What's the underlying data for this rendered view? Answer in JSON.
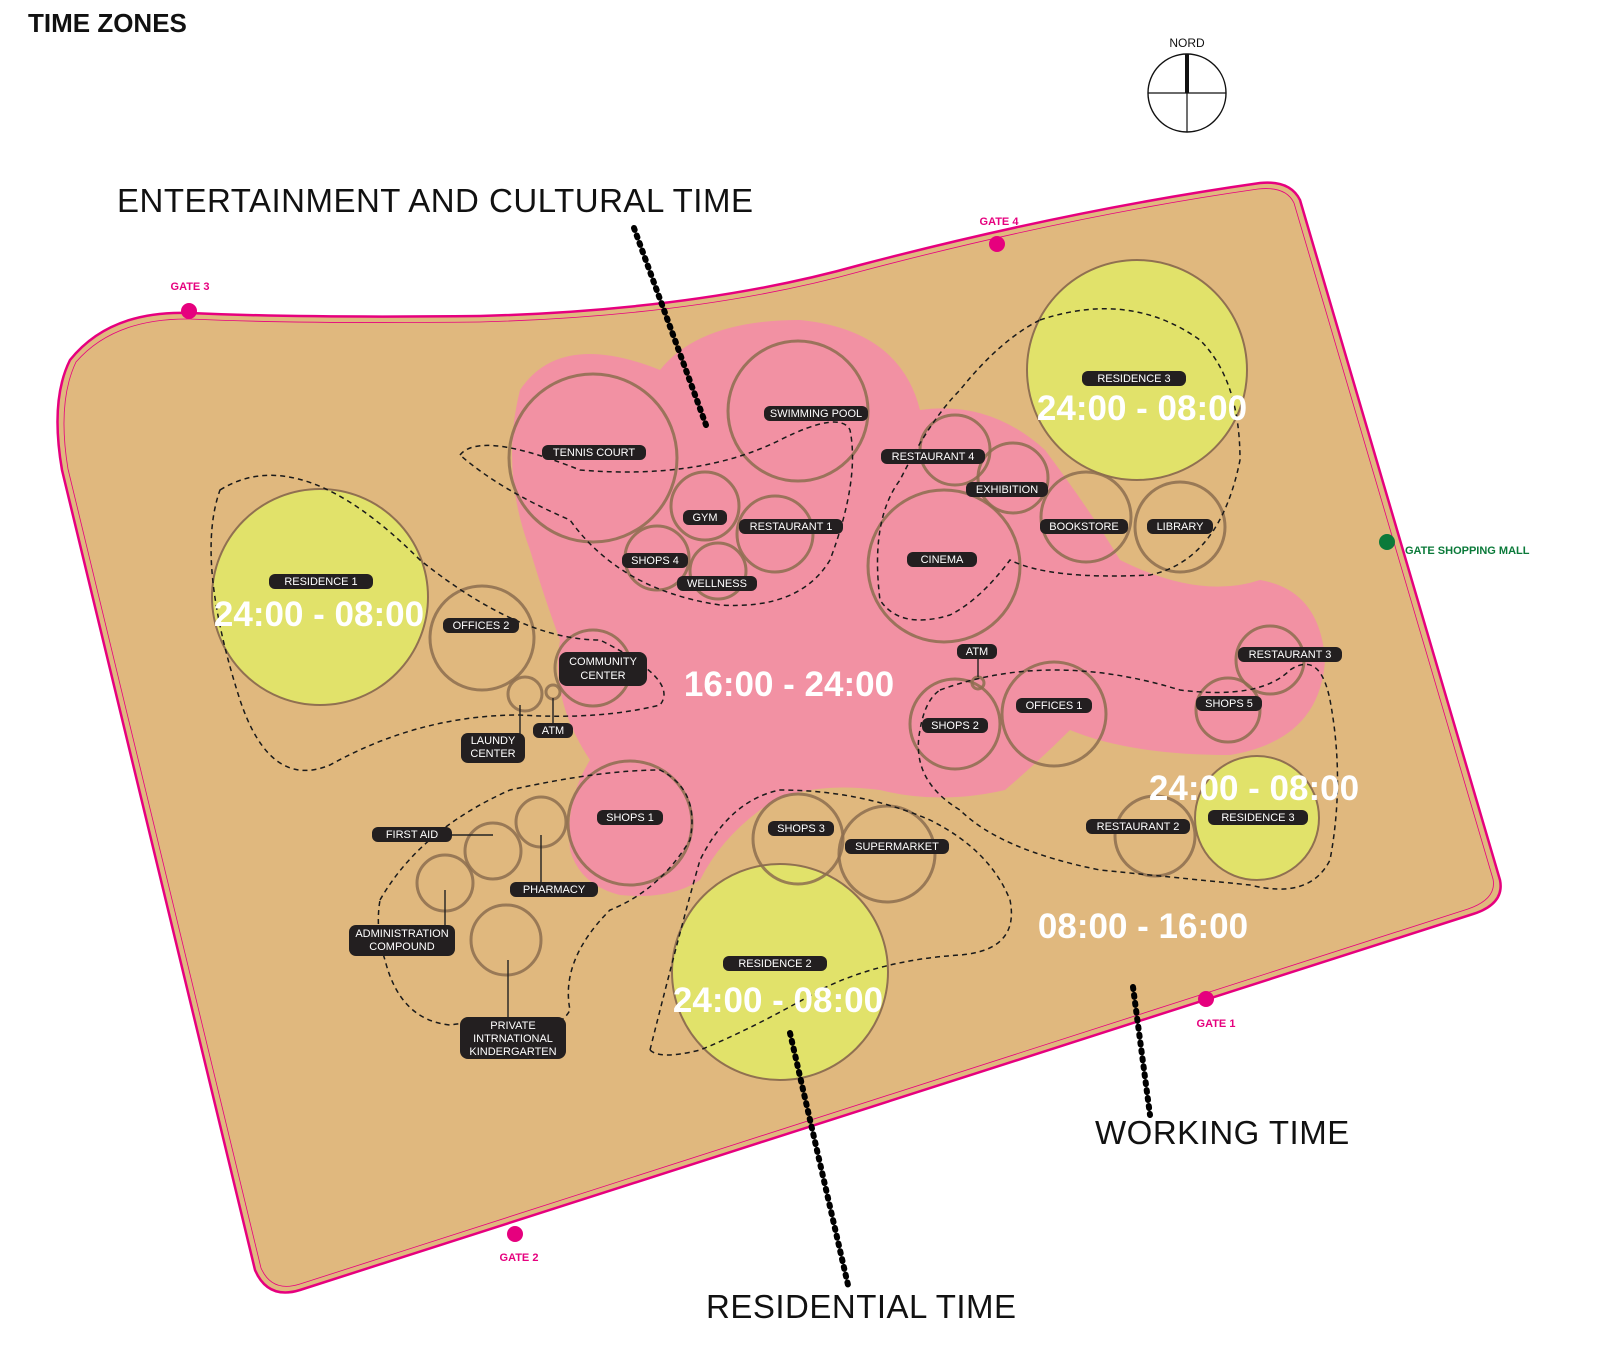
{
  "title": "TIME ZONES",
  "compass": {
    "label": "NORD"
  },
  "zones": {
    "entertainment": "ENTERTAINMENT AND CULTURAL TIME",
    "working": "WORKING TIME",
    "residential": "RESIDENTIAL TIME"
  },
  "times": {
    "evening": "16:00 - 24:00",
    "working": "08:00 - 16:00",
    "residence_1": "24:00 - 08:00",
    "residence_2": "24:00 - 08:00",
    "residence_3a": "24:00 - 08:00",
    "residence_3b": "24:00 - 08:00"
  },
  "gates": {
    "gate_1": "GATE 1",
    "gate_2": "GATE 2",
    "gate_3": "GATE 3",
    "gate_4": "GATE 4",
    "gate_mall": "GATE SHOPPING MALL"
  },
  "facilities": {
    "tennis_court": "TENNIS COURT",
    "swimming_pool": "SWIMMING POOL",
    "gym": "GYM",
    "restaurant_1": "RESTAURANT 1",
    "shops_4": "SHOPS 4",
    "wellness": "WELLNESS",
    "restaurant_4": "RESTAURANT 4",
    "exhibition": "EXHIBITION",
    "bookstore": "BOOKSTORE",
    "library": "LIBRARY",
    "cinema": "CINEMA",
    "residence_3_top": "RESIDENCE 3",
    "residence_1": "RESIDENCE 1",
    "offices_2": "OFFICES 2",
    "community_center_1": "COMMUNITY",
    "community_center_2": "CENTER",
    "laundy_center_1": "LAUNDY",
    "laundy_center_2": "CENTER",
    "atm_left": "ATM",
    "atm_center": "ATM",
    "shops_2": "SHOPS 2",
    "offices_1": "OFFICES 1",
    "restaurant_3": "RESTAURANT 3",
    "shops_5": "SHOPS 5",
    "restaurant_2": "RESTAURANT 2",
    "residence_3_bottom": "RESIDENCE 3",
    "first_aid": "FIRST AID",
    "shops_1": "SHOPS 1",
    "pharmacy": "PHARMACY",
    "admin_1": "ADMINISTRATION",
    "admin_2": "COMPOUND",
    "kinder_1": "PRIVATE",
    "kinder_2": "INTRNATIONAL",
    "kinder_3": "KINDERGARTEN",
    "shops_3": "SHOPS 3",
    "supermarket": "SUPERMARKET",
    "residence_2": "RESIDENCE 2"
  },
  "colors": {
    "site": "#e0b87e",
    "boundary": "#e6007e",
    "entertainment_zone": "#f291a3",
    "residence": "#e2e569",
    "gate_pink": "#e6007e",
    "gate_green": "#0b7a3a"
  }
}
